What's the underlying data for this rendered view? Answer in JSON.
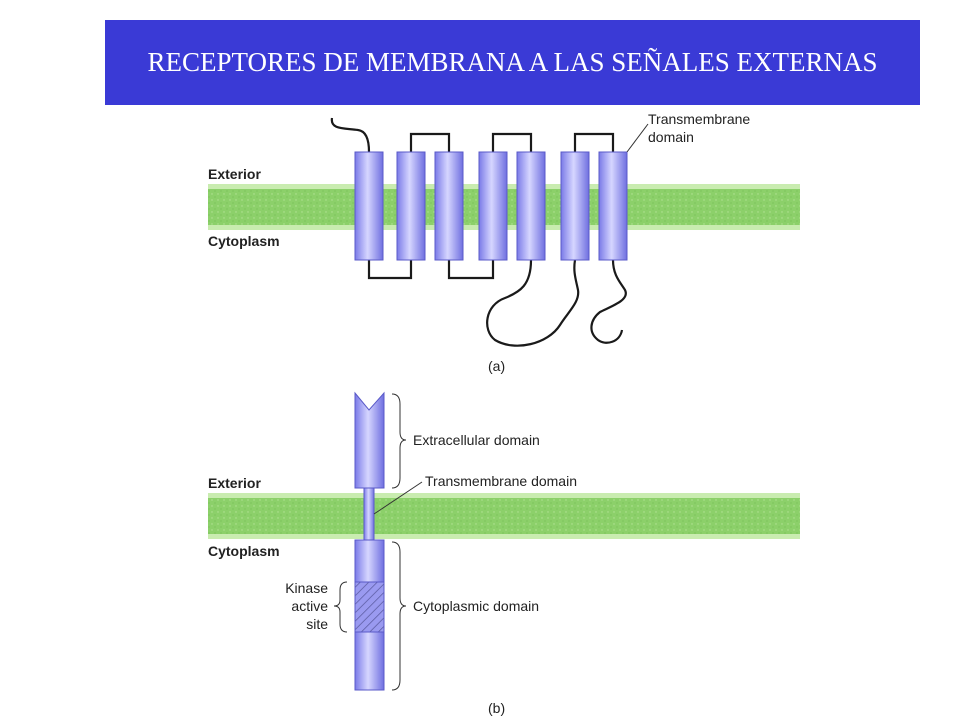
{
  "title": "RECEPTORES DE MEMBRANA A LAS SEÑALES EXTERNAS",
  "colors": {
    "title_bg": "#3a3ad6",
    "title_text": "#ffffff",
    "membrane": "#8cd06a",
    "membrane_edge": "#c9ecb0",
    "helix": "#8f8ff0",
    "helix_highlight": "#d6d6ff",
    "loop": "#1a1a1a"
  },
  "diagram_a": {
    "label_exterior": "Exterior",
    "label_cytoplasm": "Cytoplasm",
    "label_transmembrane": "Transmembrane",
    "label_transmembrane_2": "domain",
    "caption": "(a)"
  },
  "diagram_b": {
    "label_exterior": "Exterior",
    "label_cytoplasm": "Cytoplasm",
    "label_extracellular": "Extracellular domain",
    "label_transmembrane": "Transmembrane domain",
    "label_cytoplasmic": "Cytoplasmic domain",
    "label_kinase_1": "Kinase",
    "label_kinase_2": "active",
    "label_kinase_3": "site",
    "caption": "(b)"
  }
}
